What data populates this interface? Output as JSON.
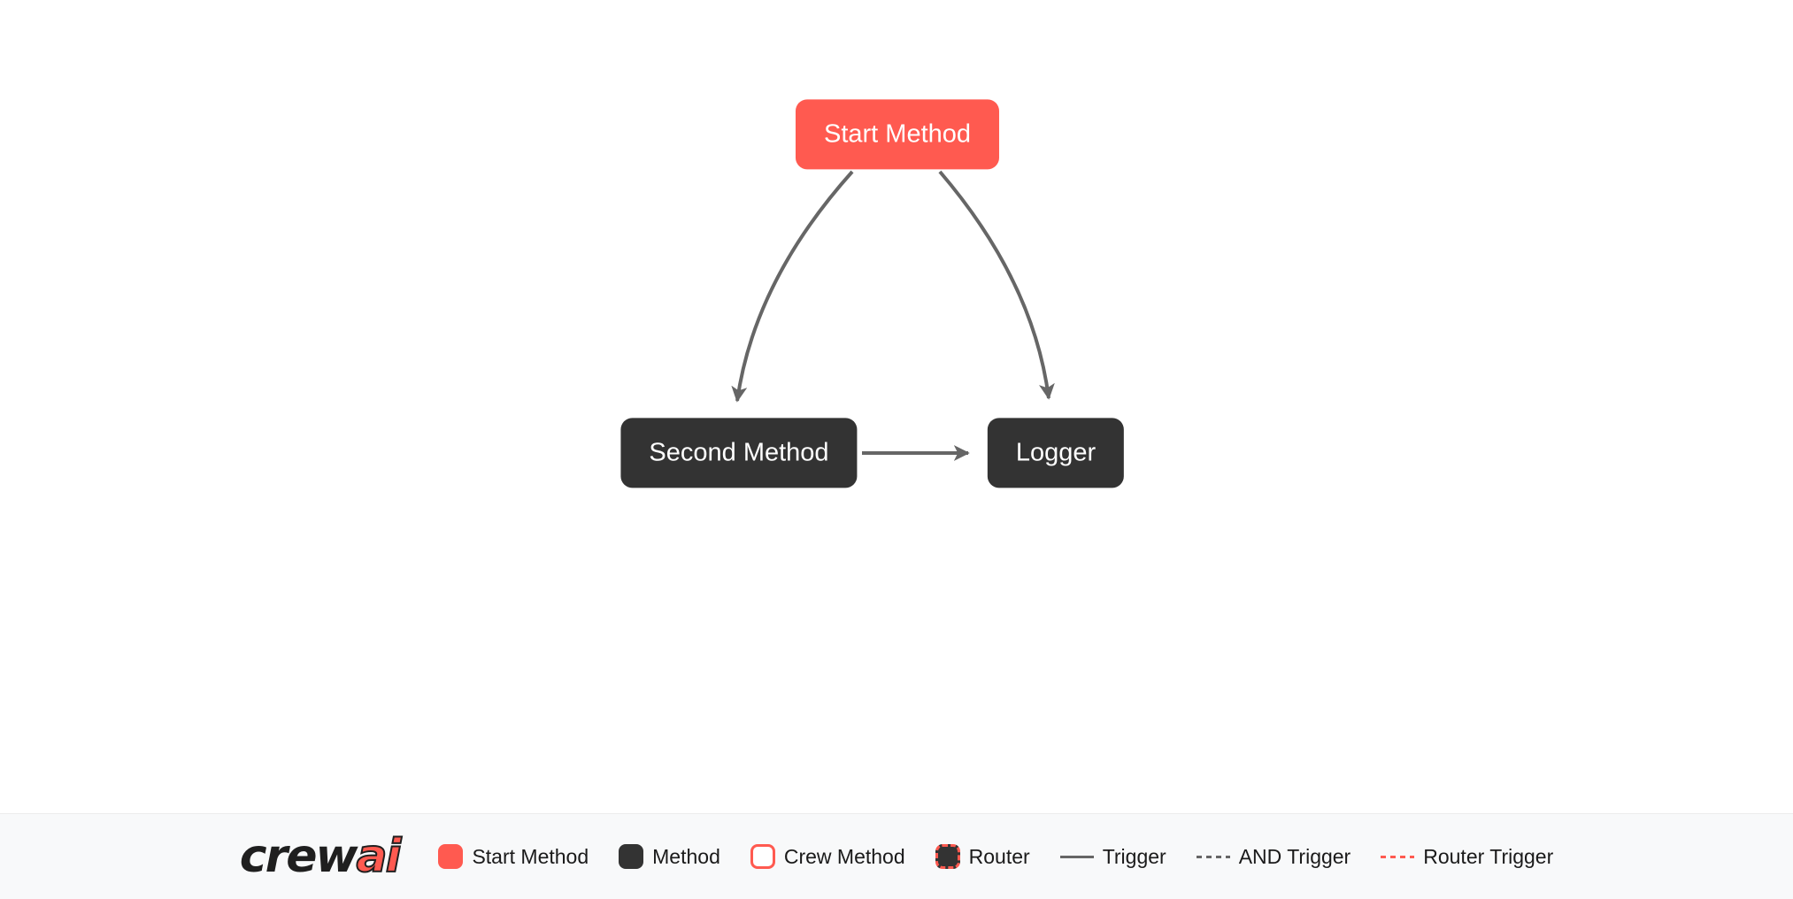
{
  "diagram": {
    "nodes": [
      {
        "id": "start_method",
        "label": "Start Method",
        "type": "start-method"
      },
      {
        "id": "second_method",
        "label": "Second Method",
        "type": "method"
      },
      {
        "id": "logger",
        "label": "Logger",
        "type": "method"
      }
    ],
    "edges": [
      {
        "from": "start_method",
        "to": "second_method",
        "type": "trigger"
      },
      {
        "from": "start_method",
        "to": "logger",
        "type": "trigger"
      },
      {
        "from": "second_method",
        "to": "logger",
        "type": "trigger"
      }
    ]
  },
  "legend": {
    "logo": {
      "text_primary": "crew",
      "text_accent": "ai"
    },
    "items": [
      {
        "label": "Start Method",
        "swatch": "start-method-box"
      },
      {
        "label": "Method",
        "swatch": "method-box"
      },
      {
        "label": "Crew Method",
        "swatch": "crew-method-box"
      },
      {
        "label": "Router",
        "swatch": "router-box"
      },
      {
        "label": "Trigger",
        "swatch": "solid-line"
      },
      {
        "label": "AND Trigger",
        "swatch": "dashed-line"
      },
      {
        "label": "Router Trigger",
        "swatch": "router-dashed-line"
      }
    ]
  },
  "colors": {
    "start_method": "#FF5A50",
    "method": "#333333",
    "edge": "#666666",
    "canvas_background": "#FFFFFF",
    "legend_background": "#F8F9FA",
    "node_text": "#FFFFFF",
    "legend_text": "#1A1A1A"
  }
}
